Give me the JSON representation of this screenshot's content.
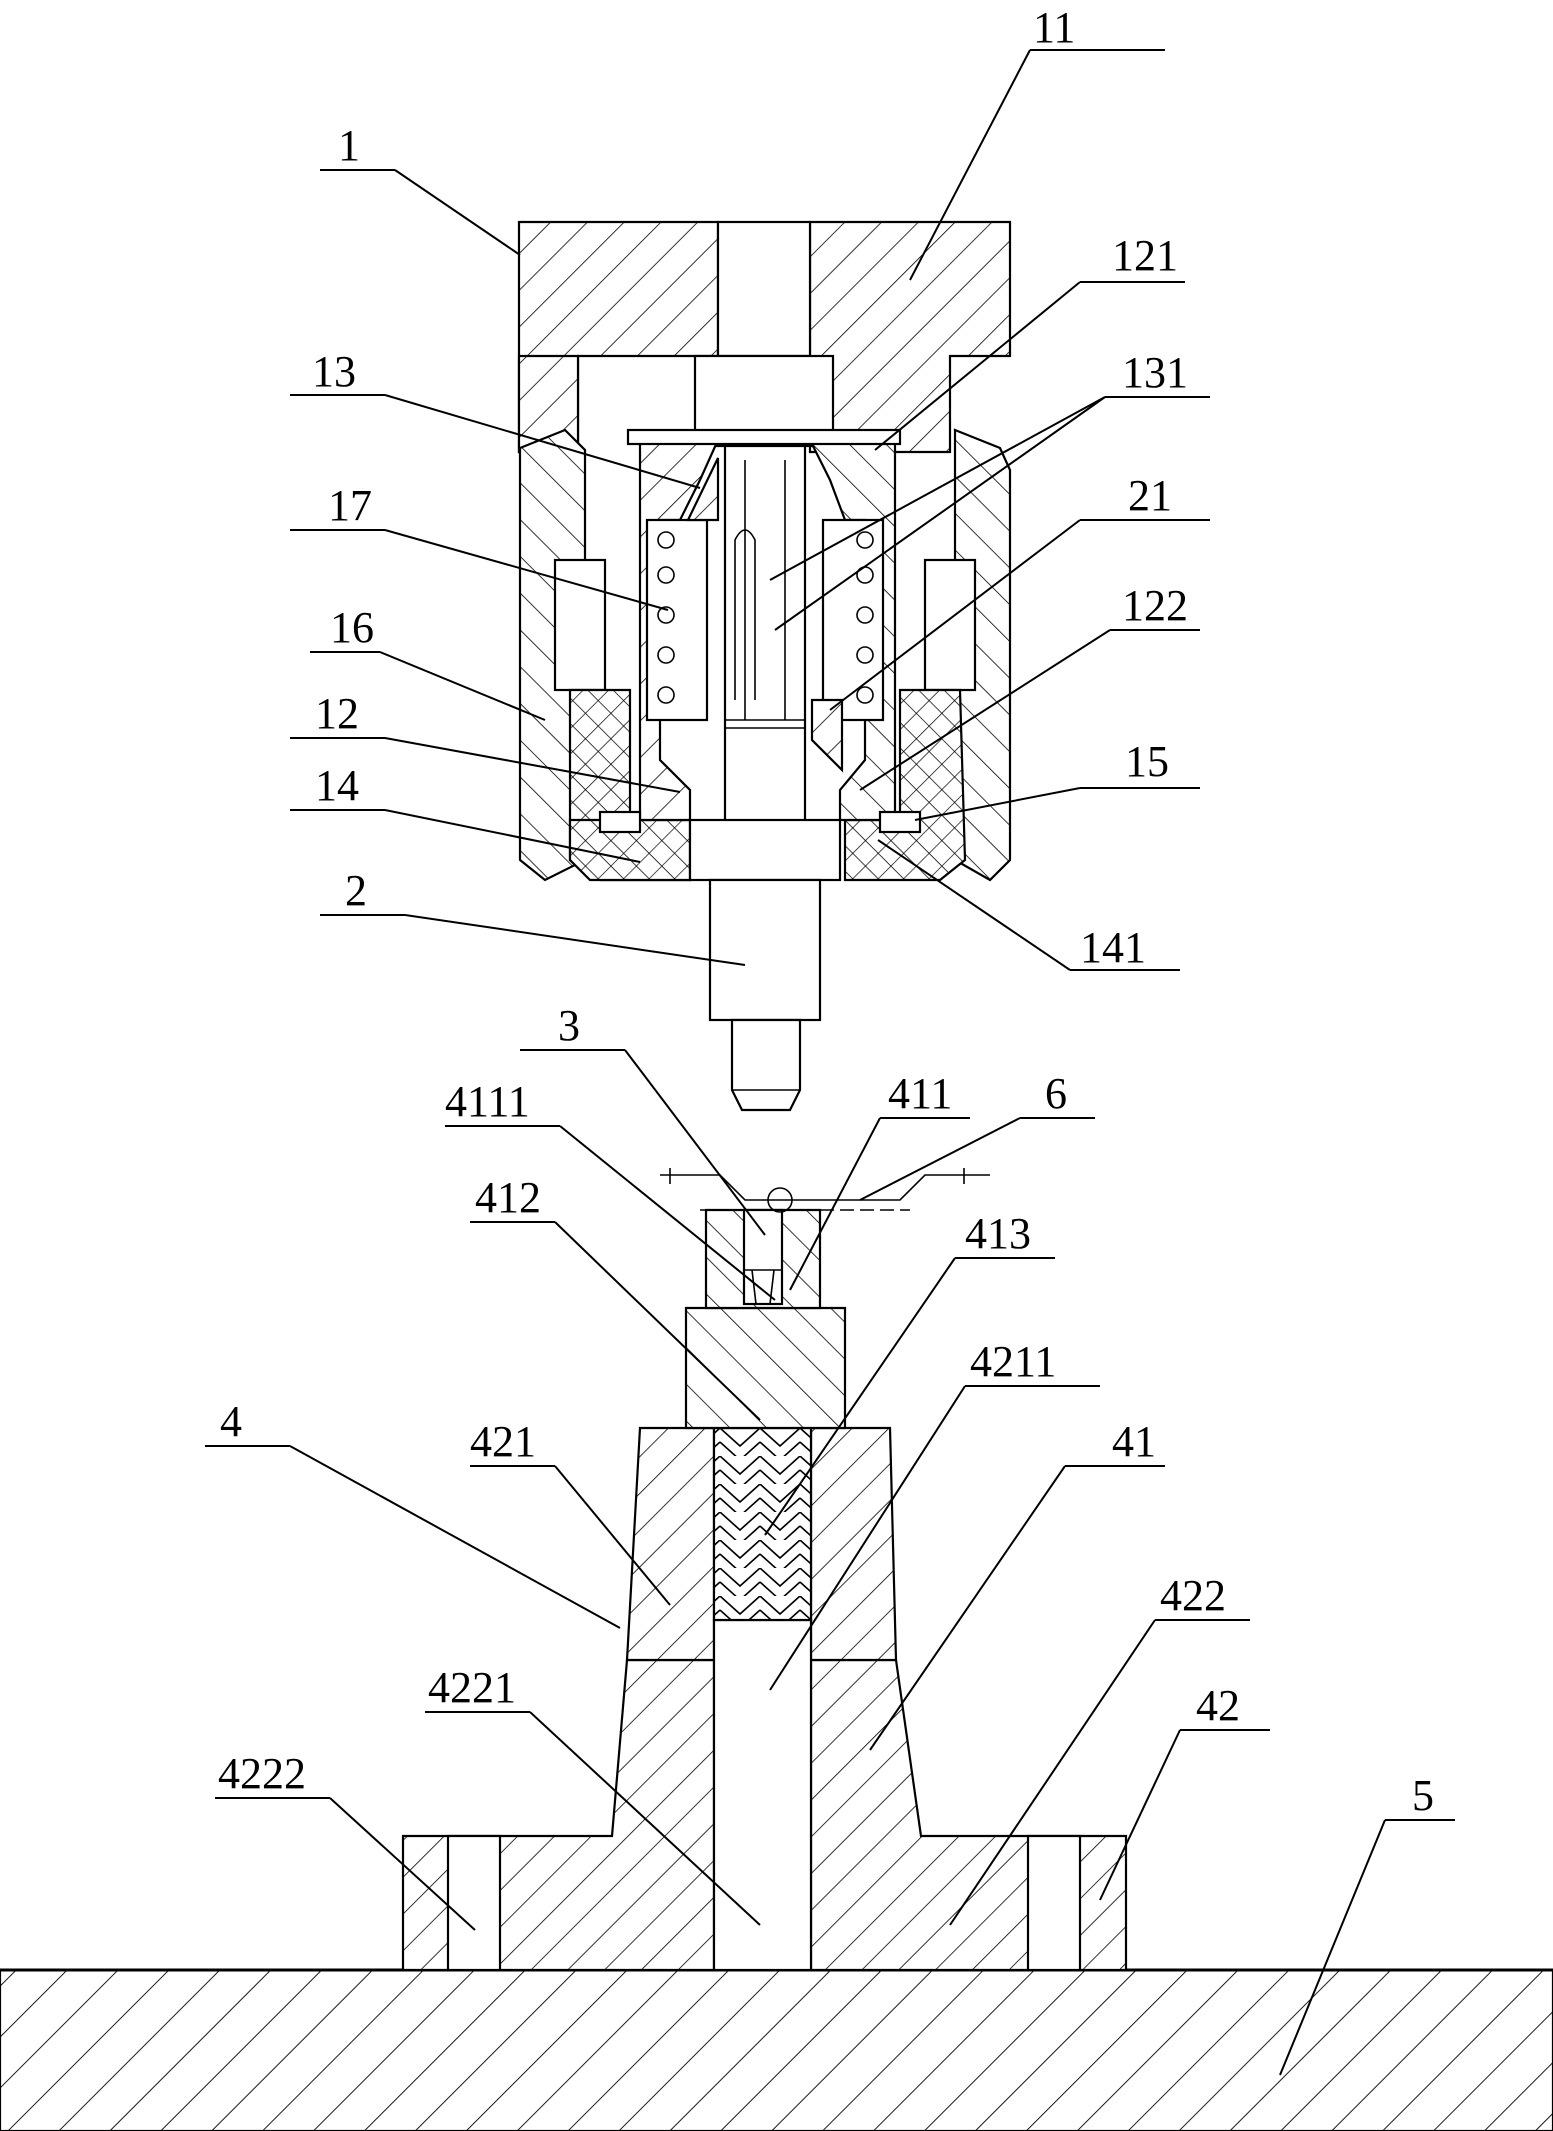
{
  "labels": {
    "l1": "1",
    "l11": "11",
    "l121": "121",
    "l13": "13",
    "l131": "131",
    "l17": "17",
    "l21": "21",
    "l16": "16",
    "l122": "122",
    "l12": "12",
    "l15": "15",
    "l14": "14",
    "l2": "2",
    "l141": "141",
    "l3": "3",
    "l4111": "4111",
    "l411": "411",
    "l6": "6",
    "l412": "412",
    "l413": "413",
    "l4211": "4211",
    "l4": "4",
    "l421": "421",
    "l41": "41",
    "l422": "422",
    "l4221": "4221",
    "l42": "42",
    "l4222": "4222",
    "l5": "5"
  }
}
